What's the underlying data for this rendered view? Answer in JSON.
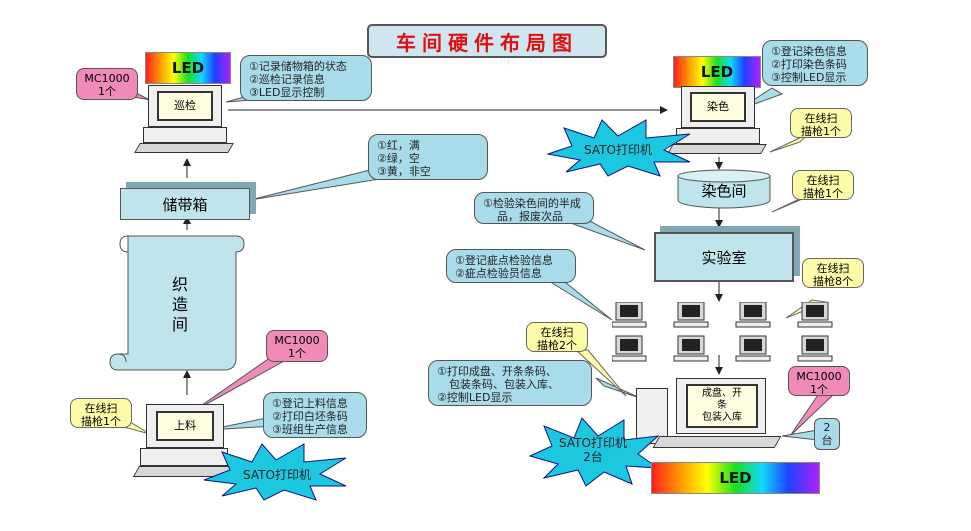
{
  "title": "车间硬件布局图",
  "left": {
    "led": "LED",
    "mc_top": [
      "MC1000",
      "1个"
    ],
    "inspect_pc": "巡检",
    "callout_inspect": [
      "①记录储物箱的状态",
      "②巡检记录信息",
      "③LED显示控制"
    ],
    "storage": "储带箱",
    "callout_status": [
      "①红，满",
      "②绿，空",
      "③黄，非空"
    ],
    "weaving": [
      "织",
      "造",
      "间"
    ],
    "mc_bottom": [
      "MC1000",
      "1个"
    ],
    "scanner": [
      "在线扫",
      "描枪1个"
    ],
    "feed_pc": "上料",
    "callout_feed": [
      "①登记上料信息",
      "②打印白坯条码",
      "③班组生产信息"
    ],
    "printer": "SATO打印机"
  },
  "right": {
    "led_top": "LED",
    "callout_dye": [
      "①登记染色信息",
      "②打印染色条码",
      "③控制LED显示"
    ],
    "dye_pc": "染色",
    "scanner_top": [
      "在线扫",
      "描枪1个"
    ],
    "printer_top": "SATO打印机",
    "dye_room": "染色间",
    "scanner_mid": [
      "在线扫",
      "描枪1个"
    ],
    "callout_lab": [
      "①检验染色间的半成",
      "品，报废次品"
    ],
    "lab": "实验室",
    "callout_fabric": [
      "①登记疵点检验信息",
      "②疵点检验员信息"
    ],
    "scanner_8": [
      "在线扫",
      "描枪8个"
    ],
    "scanner_2": [
      "在线扫",
      "描枪2个"
    ],
    "callout_pack": [
      "①打印成盘、开条条码、",
      "包装条码、包装入库、",
      "②控制LED显示"
    ],
    "mc_right": [
      "MC1000",
      "1个"
    ],
    "pack_pc": [
      "成盘、开",
      "条",
      "包装入库"
    ],
    "two_units": [
      "2",
      "台"
    ],
    "printer_bottom": [
      "SATO打印机",
      "2台"
    ],
    "led_bottom": "LED"
  }
}
